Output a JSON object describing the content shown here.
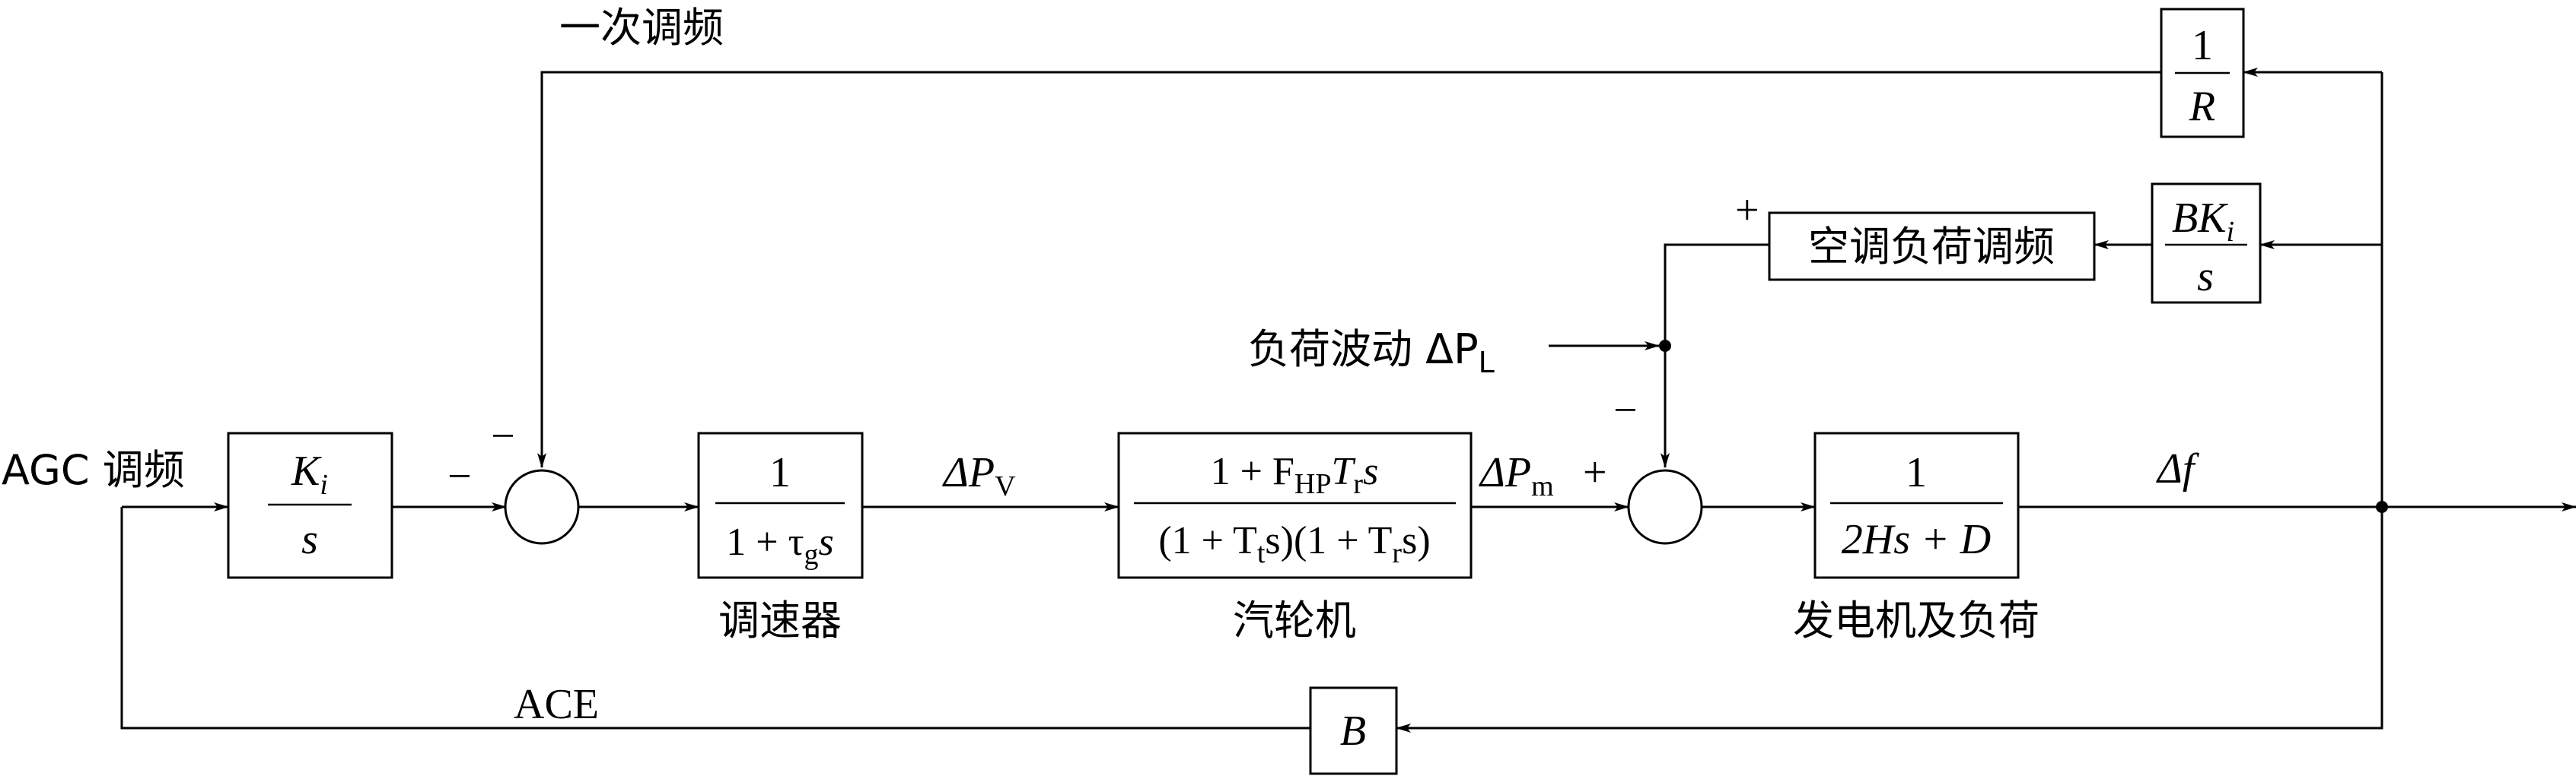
{
  "labels": {
    "agc": "AGC 调频",
    "primary": "一次调频",
    "ace": "ACE",
    "load_disturbance": "负荷波动 ΔP",
    "load_disturbance_sub": "L",
    "pv": "ΔP",
    "pv_sub": "V",
    "pm": "ΔP",
    "pm_sub": "m",
    "delta_f": "Δf",
    "governor": "调速器",
    "turbine": "汽轮机",
    "generator": "发电机及负荷",
    "ac_regulation": "空调负荷调频"
  },
  "signs": {
    "sum1_top": "−",
    "sum1_left": "−",
    "sum2_top": "−",
    "sum2_left": "+",
    "ac_plus": "+"
  },
  "blocks": {
    "integrator": {
      "num": "K",
      "num_sub": "i",
      "den": "s"
    },
    "governor": {
      "num": "1",
      "den": "1 + τ",
      "den_sub": "g",
      "den_tail": "s"
    },
    "turbine": {
      "num_a": "1 + F",
      "num_sub1": "HP",
      "num_b": "T",
      "num_sub2": "r",
      "num_c": "s",
      "den_a": "(1 + T",
      "den_sub1": "t",
      "den_b": "s)(1 + T",
      "den_sub2": "r",
      "den_c": "s)"
    },
    "generator": {
      "num": "1",
      "den": "2Hs + D"
    },
    "droop": {
      "num": "1",
      "den": "R"
    },
    "bki": {
      "num": "BK",
      "num_sub": "i",
      "den": "s"
    },
    "bias": {
      "label": "B"
    }
  }
}
